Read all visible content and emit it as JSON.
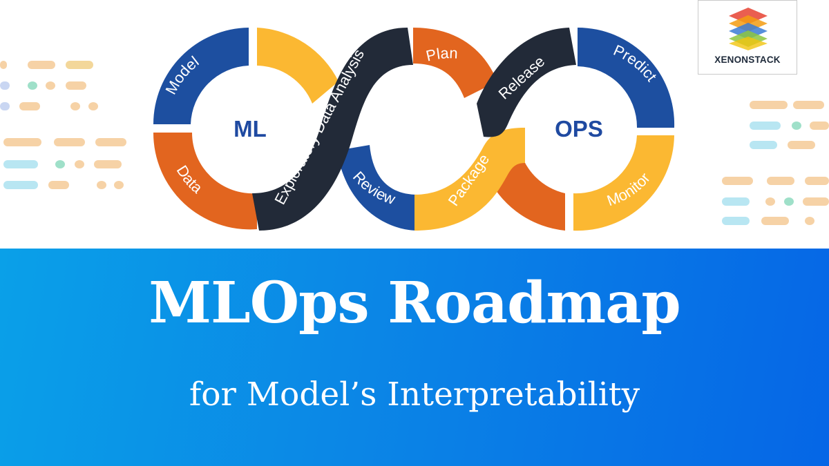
{
  "brand": {
    "name": "XENONSTACK"
  },
  "diagram": {
    "left_center": "ML",
    "right_center": "OPS",
    "segments": {
      "model": "Model",
      "data": "Data",
      "eda": "Exploratory Data Analysis",
      "review": "Review",
      "plan": "Plan",
      "release": "Release",
      "package": "Package",
      "predict": "Predict",
      "monitor": "Monitor"
    }
  },
  "banner": {
    "title": "MLOps Roadmap",
    "subtitle": "for Model’s Interpretability"
  },
  "colors": {
    "blue": "#1d4fa0",
    "orange": "#e2651f",
    "yellow": "#fbb832",
    "dark": "#222a38",
    "banner_start": "#0aa0e8",
    "banner_end": "#0566e6"
  }
}
